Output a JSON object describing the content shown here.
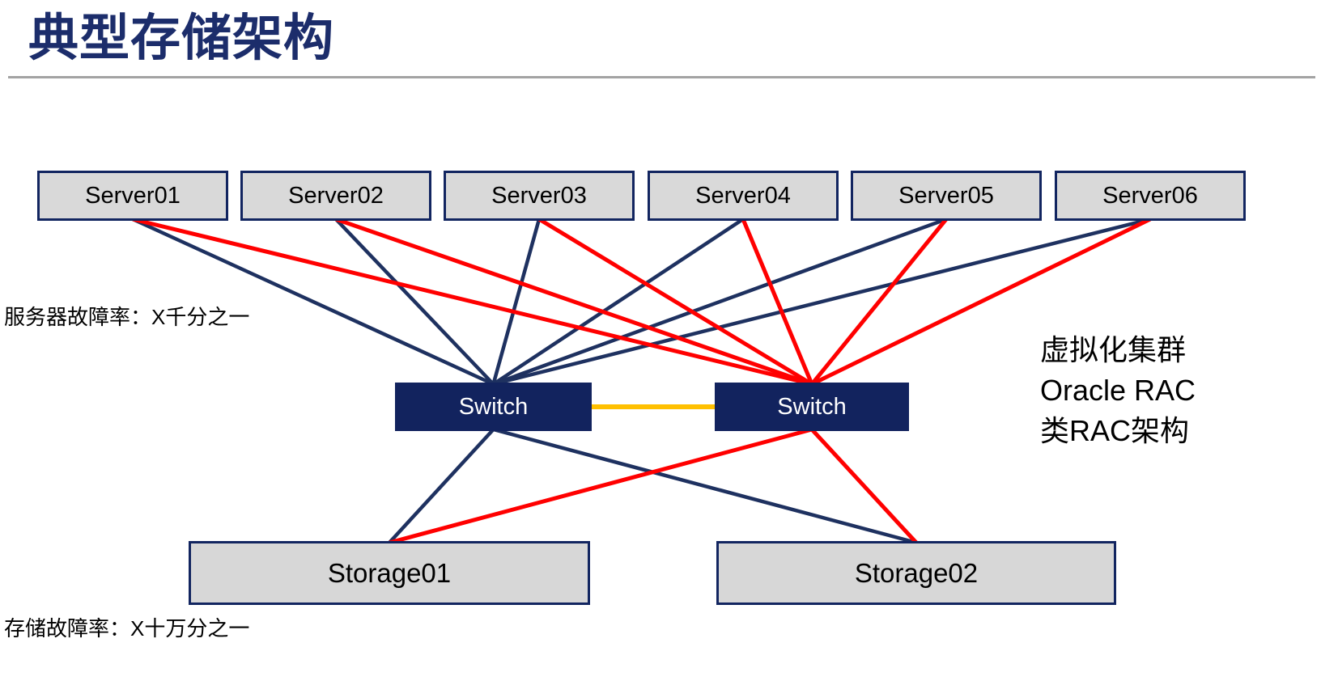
{
  "title": "典型存储架构",
  "captions": {
    "server_failure": "服务器故障率：X千分之一",
    "storage_failure": "存储故障率：X十万分之一"
  },
  "side_note": {
    "lines": [
      "虚拟化集群",
      "Oracle RAC",
      "类RAC架构"
    ]
  },
  "colors": {
    "navy": "#1E3160",
    "red": "#FF0000",
    "orange": "#FFC000",
    "title": "#1C2D6B",
    "box_fill": "#D9D9D9",
    "box_border": "#122560",
    "switch_fill": "#12235E",
    "divider": "#A3A3A3"
  },
  "diagram": {
    "servers": [
      {
        "id": "server1",
        "label": "Server01"
      },
      {
        "id": "server2",
        "label": "Server02"
      },
      {
        "id": "server3",
        "label": "Server03"
      },
      {
        "id": "server4",
        "label": "Server04"
      },
      {
        "id": "server5",
        "label": "Server05"
      },
      {
        "id": "server6",
        "label": "Server06"
      }
    ],
    "switches": [
      {
        "id": "switch1",
        "label": "Switch"
      },
      {
        "id": "switch2",
        "label": "Switch"
      }
    ],
    "storages": [
      {
        "id": "storage1",
        "label": "Storage01"
      },
      {
        "id": "storage2",
        "label": "Storage02"
      }
    ],
    "edges": [
      {
        "from": "server1",
        "to": "switch1",
        "fromAnchor": "bottom",
        "toAnchor": "top",
        "color": "navy",
        "width": 4.5
      },
      {
        "from": "server2",
        "to": "switch1",
        "fromAnchor": "bottom",
        "toAnchor": "top",
        "color": "navy",
        "width": 4.5
      },
      {
        "from": "server3",
        "to": "switch1",
        "fromAnchor": "bottom",
        "toAnchor": "top",
        "color": "navy",
        "width": 4.5
      },
      {
        "from": "server4",
        "to": "switch1",
        "fromAnchor": "bottom",
        "toAnchor": "top",
        "color": "navy",
        "width": 4.5
      },
      {
        "from": "server5",
        "to": "switch1",
        "fromAnchor": "bottom",
        "toAnchor": "top",
        "color": "navy",
        "width": 4.5
      },
      {
        "from": "server6",
        "to": "switch1",
        "fromAnchor": "bottom",
        "toAnchor": "top",
        "color": "navy",
        "width": 4.5
      },
      {
        "from": "switch1",
        "to": "storage1",
        "fromAnchor": "bottom",
        "toAnchor": "top",
        "color": "navy",
        "width": 4.5
      },
      {
        "from": "switch1",
        "to": "storage2",
        "fromAnchor": "bottom",
        "toAnchor": "top",
        "color": "navy",
        "width": 4.5
      },
      {
        "from": "server1",
        "to": "switch2",
        "fromAnchor": "bottom",
        "toAnchor": "top",
        "color": "red",
        "width": 5
      },
      {
        "from": "server2",
        "to": "switch2",
        "fromAnchor": "bottom",
        "toAnchor": "top",
        "color": "red",
        "width": 5
      },
      {
        "from": "server3",
        "to": "switch2",
        "fromAnchor": "bottom",
        "toAnchor": "top",
        "color": "red",
        "width": 5
      },
      {
        "from": "server4",
        "to": "switch2",
        "fromAnchor": "bottom",
        "toAnchor": "top",
        "color": "red",
        "width": 5
      },
      {
        "from": "server5",
        "to": "switch2",
        "fromAnchor": "bottom",
        "toAnchor": "top",
        "color": "red",
        "width": 5
      },
      {
        "from": "server6",
        "to": "switch2",
        "fromAnchor": "bottom",
        "toAnchor": "top",
        "color": "red",
        "width": 5
      },
      {
        "from": "switch2",
        "to": "storage1",
        "fromAnchor": "bottom",
        "toAnchor": "top",
        "color": "red",
        "width": 5
      },
      {
        "from": "switch2",
        "to": "storage2",
        "fromAnchor": "bottom",
        "toAnchor": "top",
        "color": "red",
        "width": 5
      },
      {
        "from": "switch1",
        "to": "switch2",
        "fromAnchor": "right",
        "toAnchor": "left",
        "color": "orange",
        "width": 6
      }
    ]
  }
}
